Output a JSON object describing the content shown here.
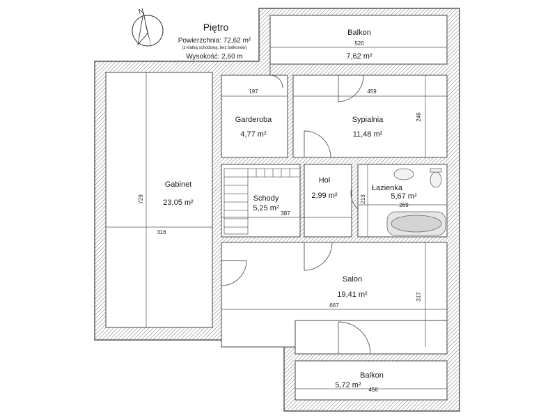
{
  "header": {
    "title": "Piętro",
    "area_label": "Powierzchnia: 72,62 m²",
    "area_note": "(z klatką schodową, bez balkonów)",
    "height_label": "Wysokość: 2,60 m",
    "compass_letter": "N"
  },
  "rooms": {
    "balkon_top": {
      "name": "Balkon",
      "area": "7,62 m²",
      "dim": "520"
    },
    "garderoba": {
      "name": "Garderoba",
      "area": "4,77 m²",
      "dim": "197"
    },
    "sypialnia": {
      "name": "Sypialnia",
      "area": "11,48 m²",
      "dim_h": "459",
      "dim_v": "246"
    },
    "gabinet": {
      "name": "Gabinet",
      "area": "23,05 m²",
      "dim_h": "316",
      "dim_v": "729"
    },
    "schody": {
      "name": "Schody",
      "area": "5,25 m²",
      "dim": "387"
    },
    "hol": {
      "name": "Hol",
      "area": "2,99 m²"
    },
    "lazienka": {
      "name": "Łazienka",
      "area": "5,67 m²",
      "dim_h": "269",
      "dim_v": "213"
    },
    "salon": {
      "name": "Salon",
      "area": "19,41 m²",
      "dim_h": "667",
      "dim_v": "317"
    },
    "balkon_bottom": {
      "name": "Balkon",
      "area": "5,72 m²",
      "dim": "456"
    }
  },
  "colors": {
    "wall_hatch": "#9a9a9a",
    "wall_line": "#333333",
    "floor": "#ffffff",
    "dim_line": "#555555"
  }
}
